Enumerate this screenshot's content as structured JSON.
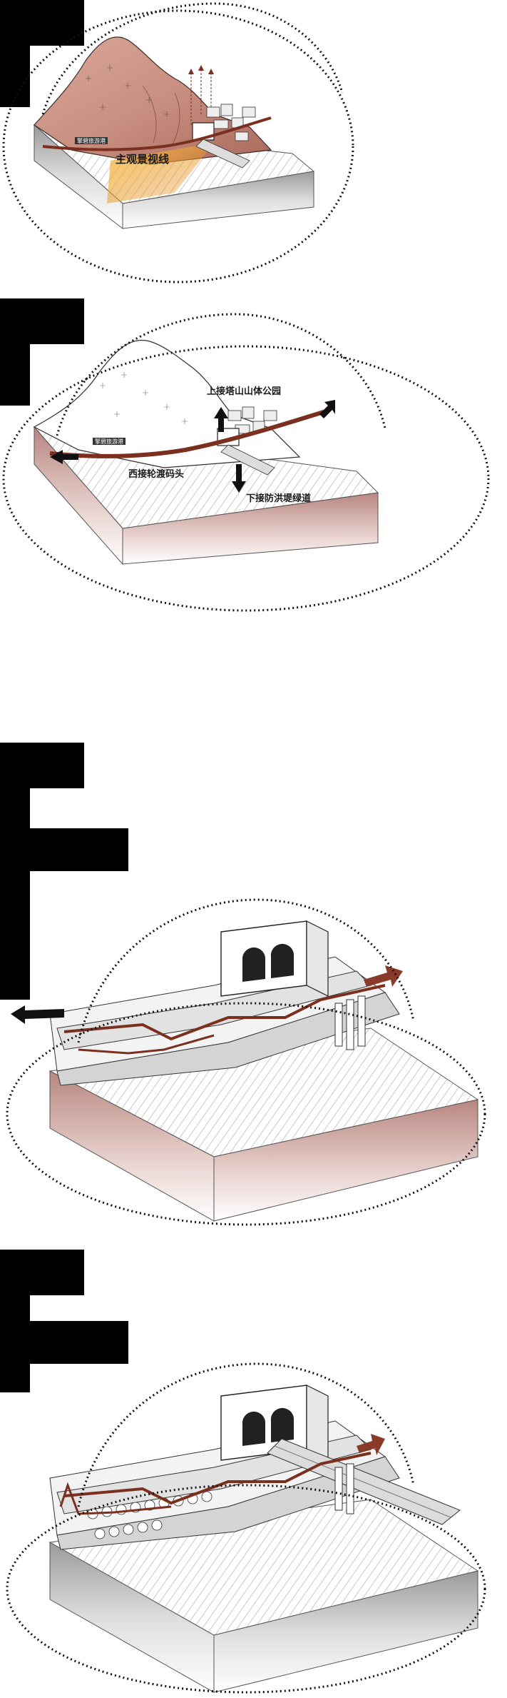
{
  "panels": [
    {
      "id": "panel-1",
      "annotations": [
        "主观景视线"
      ],
      "sign": "擎碧旅游港"
    },
    {
      "id": "panel-2",
      "annotations": [
        "上接塔山山体公园",
        "西接轮渡码头",
        "下接防洪堤绿道"
      ],
      "sign": "擎碧旅游港"
    },
    {
      "id": "panel-3",
      "annotations": []
    },
    {
      "id": "panel-4",
      "annotations": []
    }
  ],
  "colors": {
    "mountain_shade": "#c98f80",
    "route": "#7a2f1f",
    "arrow_dark": "#111111",
    "view_cone": "#f0a020",
    "hatch": "#bdbdbd",
    "soil": "#b88680"
  }
}
